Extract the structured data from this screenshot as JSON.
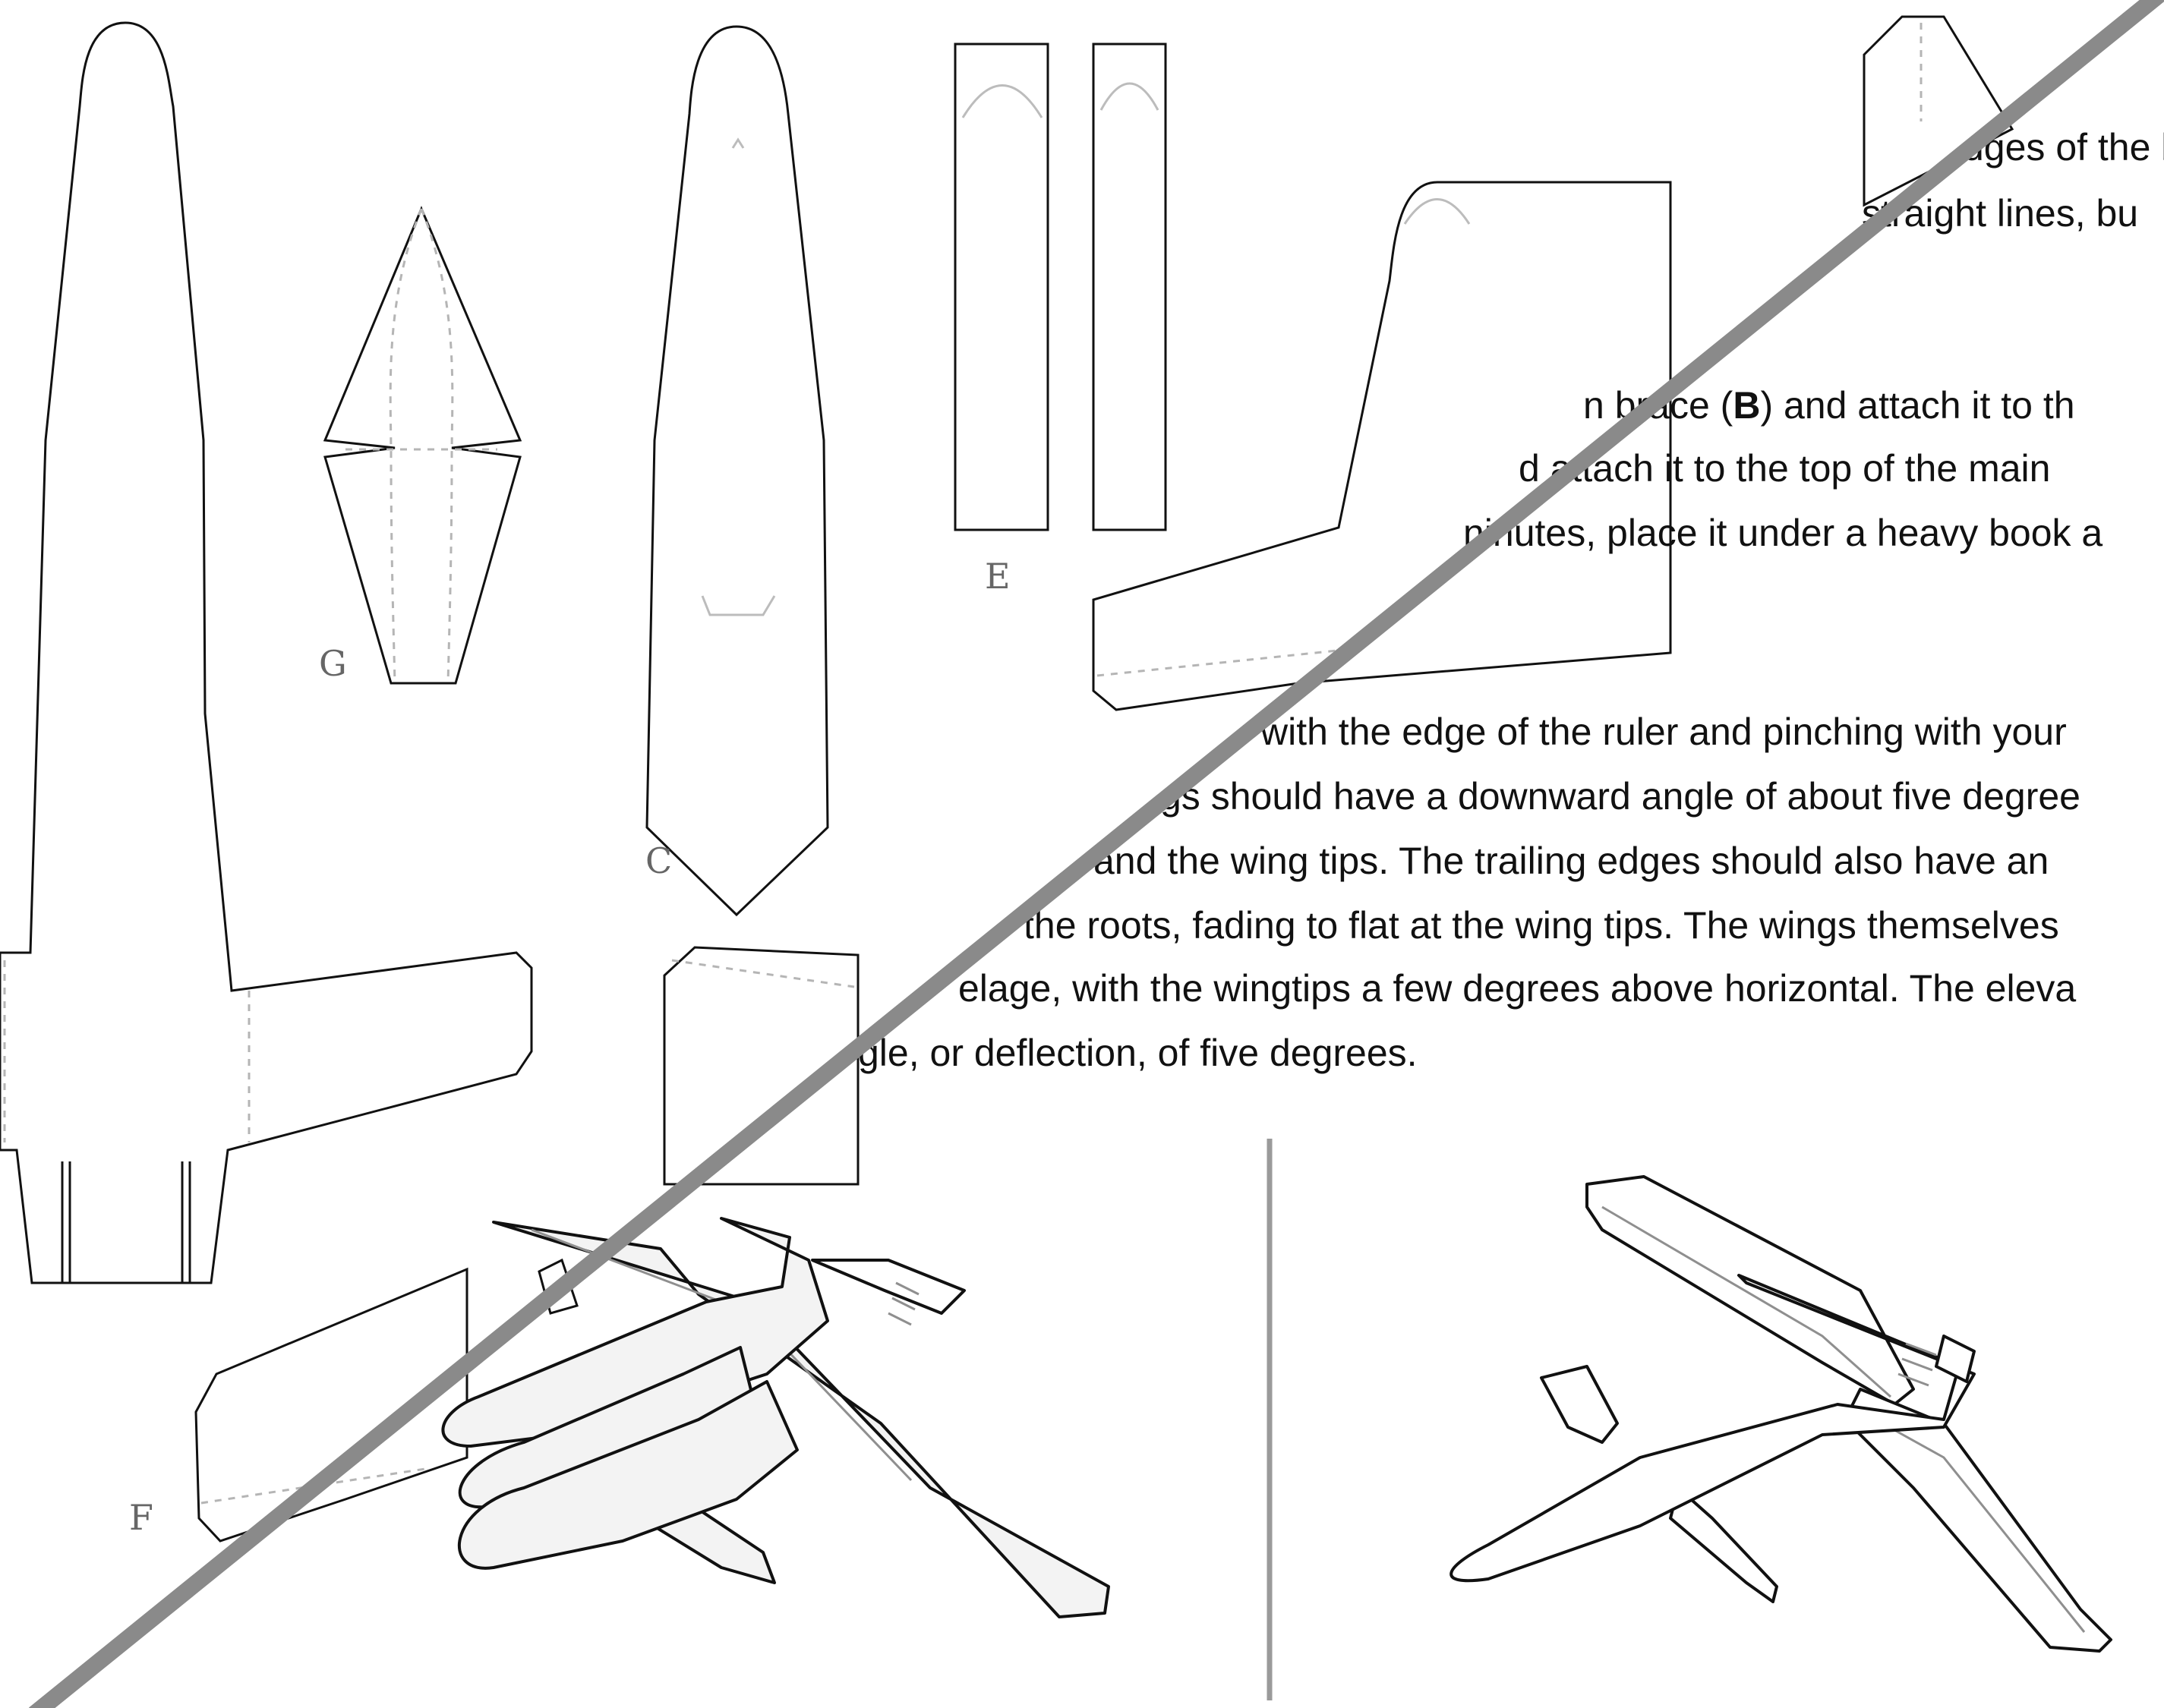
{
  "colors": {
    "line": "#111111",
    "fold_line": "#b5b5b5",
    "divider": "#9a9a9a",
    "diagonal_overlay": "#8a8a8a",
    "background": "#ffffff"
  },
  "template_labels": {
    "g": "G",
    "c": "C",
    "e": "E",
    "f": "F"
  },
  "instructions": {
    "line1": "dges of the b",
    "line2": "straight lines, bu",
    "line3_pre": "n brace (",
    "line3_bold": "B",
    "line3_post": ") and attach it to th",
    "line4": "d attach it to the top of the main",
    "line5": "ninutes, place it under a heavy book a",
    "line6": "with the edge of the ruler and pinching with your",
    "line7": "gs should have a downward angle of about five degree",
    "line8": "and the wing tips. The trailing edges should also have an",
    "line9": "the roots, fading to flat at the wing tips. The wings themselves",
    "line10": "elage, with the wingtips a few degrees above horizontal. The eleva",
    "line11": "gle, or deflection, of five degrees."
  },
  "illustrations": {
    "left": "hand-pinching-wing-icon",
    "right": "assembled-glider-icon"
  }
}
